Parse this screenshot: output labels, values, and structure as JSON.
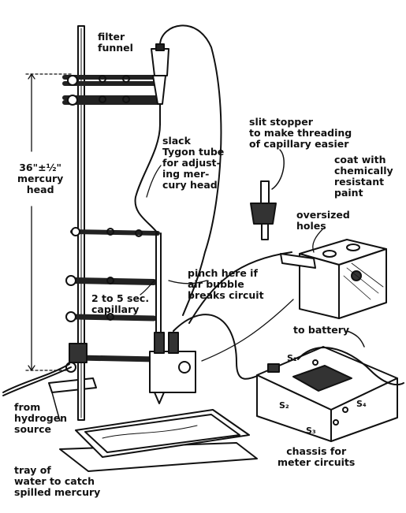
{
  "labels": {
    "filter_funnel": [
      "filter",
      "funnel"
    ],
    "mercury_head": [
      "36\"±½\"",
      "mercury",
      "head"
    ],
    "tygon_tube": [
      "slack",
      "Tygon tube",
      "for adjust-",
      "ing mer-",
      "cury head"
    ],
    "slit_stopper": [
      "slit stopper",
      "to make threading",
      "of capillary easier"
    ],
    "coat_paint": [
      "coat with",
      "chemically",
      "resistant",
      "paint"
    ],
    "oversized_holes": [
      "oversized",
      "holes"
    ],
    "pinch_here": [
      "pinch here if",
      "air bubble",
      "breaks circuit"
    ],
    "capillary": [
      "2 to 5 sec.",
      "capillary"
    ],
    "to_battery": "to battery",
    "from_hydrogen": [
      "from",
      "hydrogen",
      "source"
    ],
    "chassis": [
      "chassis for",
      "meter circuits"
    ],
    "tray": [
      "tray of",
      "water to catch",
      "spilled mercury"
    ],
    "s1": "S₁",
    "s2": "S₂",
    "s3": "S₃",
    "s4": "S₄"
  },
  "colors": {
    "ink": "#111111",
    "paper": "#ffffff"
  }
}
